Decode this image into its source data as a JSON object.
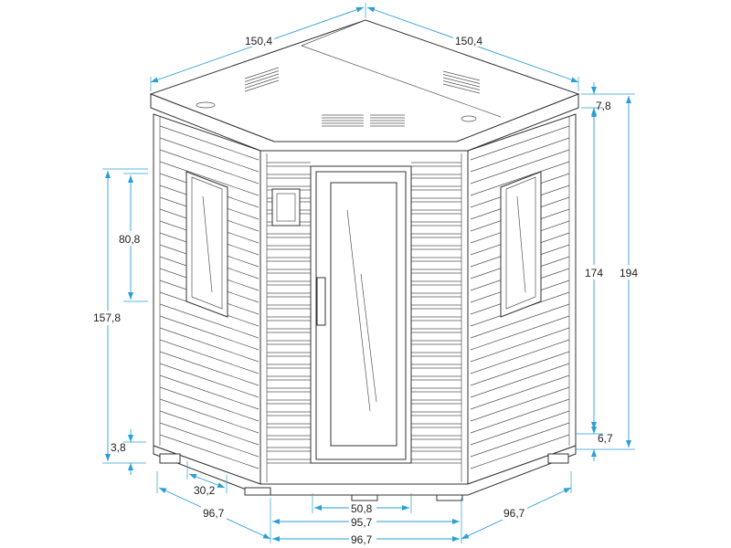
{
  "title": "Corner sauna dimension drawing",
  "dimension_color": "#2a9fd6",
  "dimensions": {
    "top_left_width": "150,4",
    "top_right_width": "150,4",
    "roof_height": "7,8",
    "wall_height": "174",
    "total_height": "194",
    "window_height": "80,8",
    "window_base_height": "157,8",
    "base_left_height": "3,8",
    "base_right_height": "6,7",
    "foot_width": "30,2",
    "left_side_width": "96,7",
    "door_width": "50,8",
    "front_width_inner": "95,7",
    "front_width": "96,7",
    "right_side_width": "96,7"
  }
}
